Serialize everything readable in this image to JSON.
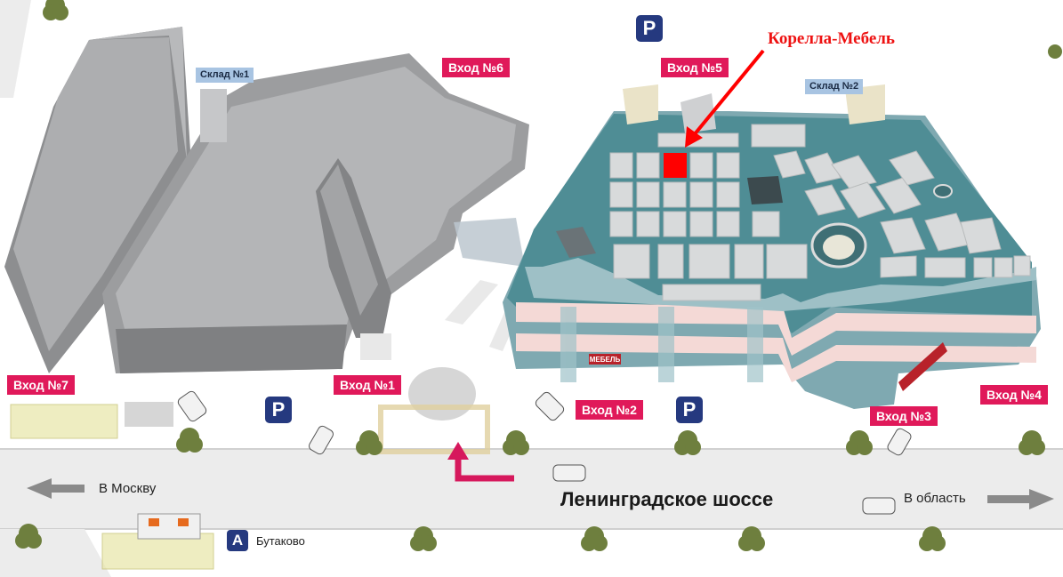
{
  "map": {
    "highlight_label": "Корелла-Мебель",
    "road_name": "Ленинградское шоссе",
    "direction_left": "В Москву",
    "direction_right": "В область",
    "bus_stop_icon_letter": "A",
    "bus_stop_name": "Бутаково",
    "parking_letter": "P",
    "store_sign": "МЕБЕЛЬ",
    "entrances": {
      "e1": "Вход №1",
      "e2": "Вход №2",
      "e3": "Вход №3",
      "e4": "Вход №4",
      "e5": "Вход №5",
      "e6": "Вход №6",
      "e7": "Вход №7"
    },
    "warehouses": {
      "w1": "Склад №1",
      "w2": "Склад №2"
    },
    "colors": {
      "entrance_label": "#e0195a",
      "warehouse_label": "#a8c4e2",
      "parking_sign": "#25397f",
      "highlight_store": "#ff0000",
      "callout_text": "#ee1111",
      "route_arrow": "#d6185c",
      "road": "#e9e9e9",
      "building_roof": "#a9aaac",
      "mall_floor": "#4f8d95"
    }
  }
}
